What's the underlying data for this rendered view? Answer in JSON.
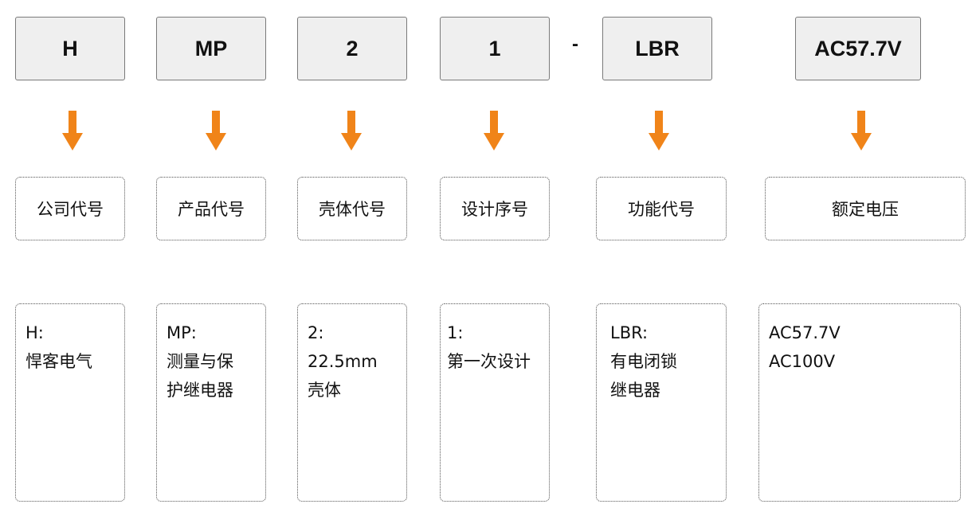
{
  "colors": {
    "arrow": "#f08419",
    "code_box_bg": "#efefef",
    "code_box_border": "#7a7a7a"
  },
  "separator": "-",
  "segments": [
    {
      "code": "H",
      "label": "公司代号",
      "desc": [
        "H:",
        "悍客电气"
      ]
    },
    {
      "code": "MP",
      "label": "产品代号",
      "desc": [
        "MP:",
        "测量与保",
        "护继电器"
      ]
    },
    {
      "code": "2",
      "label": "壳体代号",
      "desc": [
        "2:",
        "22.5mm",
        "壳体"
      ]
    },
    {
      "code": "1",
      "label": "设计序号",
      "desc": [
        "1:",
        "第一次设计"
      ]
    },
    {
      "code": "LBR",
      "label": "功能代号",
      "desc": [
        "LBR:",
        "有电闭锁",
        "继电器"
      ]
    },
    {
      "code": "AC57.7V",
      "label": "额定电压",
      "desc": [
        "AC57.7V",
        "AC100V"
      ]
    }
  ]
}
